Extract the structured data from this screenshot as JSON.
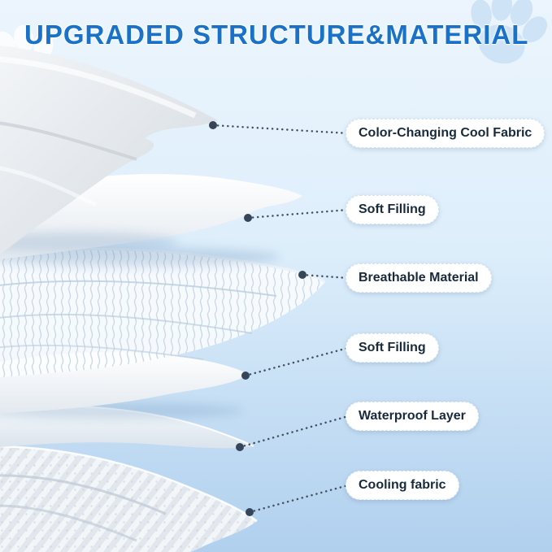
{
  "title": "UPGRADED STRUCTURE&MATERIAL",
  "callouts": [
    {
      "label": "Color-Changing Cool Fabric"
    },
    {
      "label": "Soft Filling"
    },
    {
      "label": "Breathable Material"
    },
    {
      "label": "Soft Filling"
    },
    {
      "label": "Waterproof Layer"
    },
    {
      "label": "Cooling fabric"
    }
  ],
  "layers": [
    "Color-Changing Cool Fabric",
    "Soft Filling",
    "Breathable Material",
    "Soft Filling",
    "Waterproof Layer",
    "Cooling fabric"
  ],
  "decorations": {
    "paw_print": "paw-print-icon"
  },
  "colors": {
    "title_text": "#1a72c8",
    "background_top": "#ecf5fd",
    "background_bottom": "#b0d0ee",
    "pill_background": "#ffffff",
    "pill_text": "#182a3c",
    "leader_line": "#42525f",
    "leader_dot": "#36465a"
  }
}
